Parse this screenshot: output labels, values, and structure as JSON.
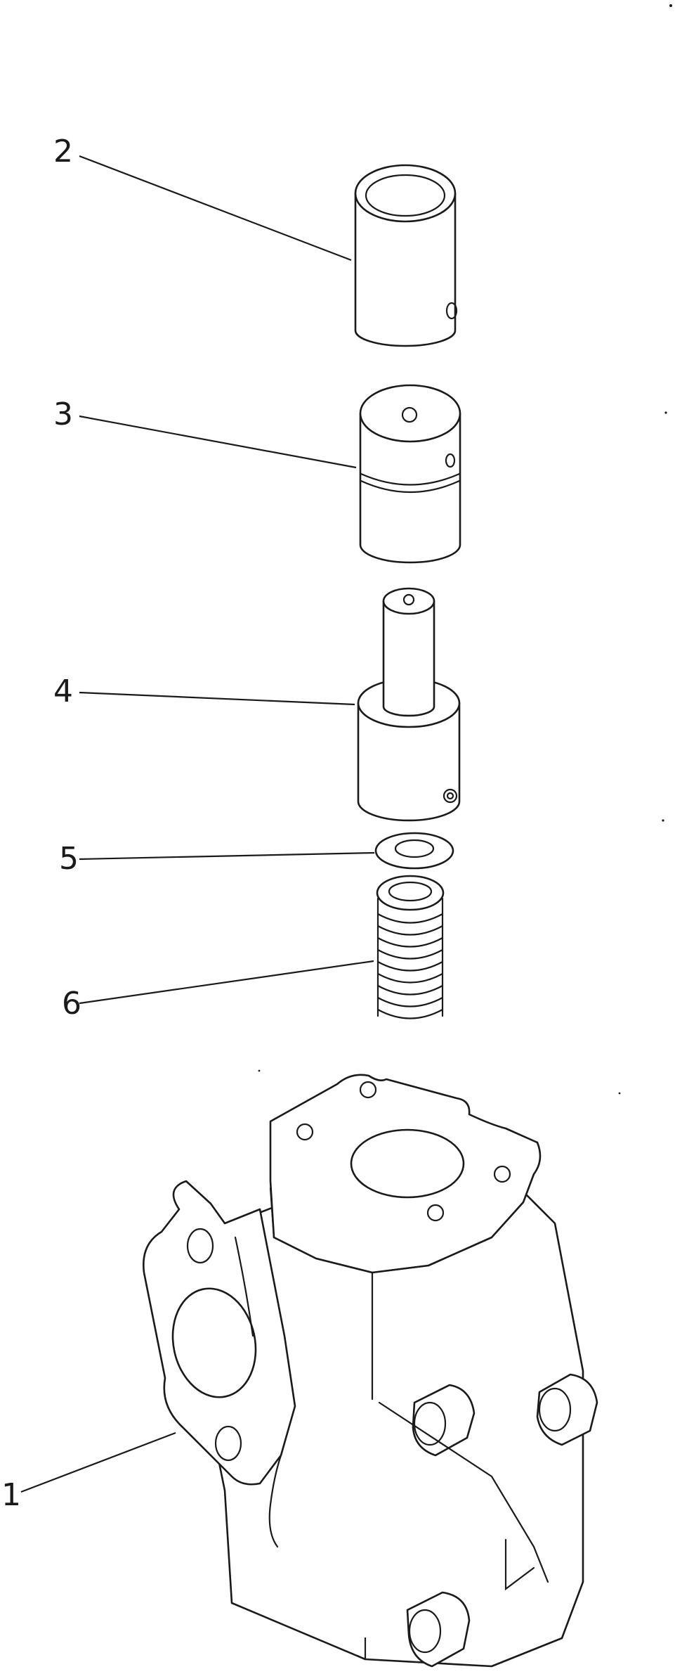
{
  "callouts": {
    "p1": "1",
    "p2": "2",
    "p3": "3",
    "p4": "4",
    "p5": "5",
    "p6": "6"
  },
  "colors": {
    "ink": "#1a1a1a",
    "paper": "#ffffff"
  }
}
